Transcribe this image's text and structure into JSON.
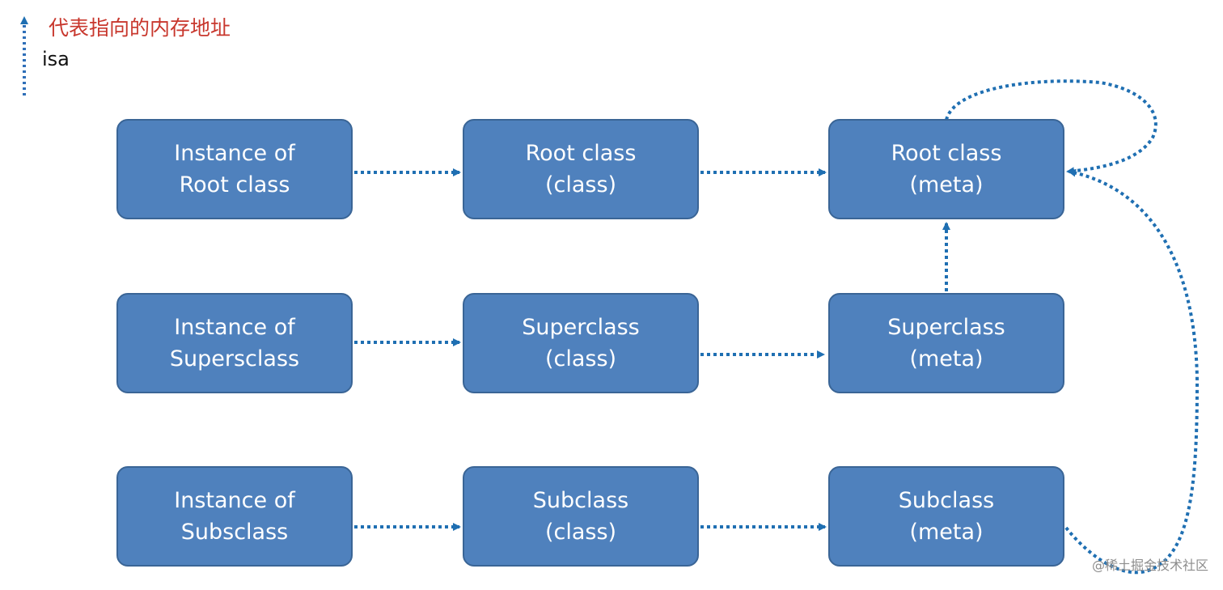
{
  "legend": {
    "title": "代表指向的内存地址",
    "label": "isa"
  },
  "nodes": {
    "instance_root": {
      "line1": "Instance of",
      "line2": "Root class"
    },
    "root_class": {
      "line1": "Root class",
      "line2": "(class)"
    },
    "root_meta": {
      "line1": "Root class",
      "line2": "(meta)"
    },
    "instance_super": {
      "line1": "Instance of",
      "line2": "Supersclass"
    },
    "super_class": {
      "line1": "Superclass",
      "line2": "(class)"
    },
    "super_meta": {
      "line1": "Superclass",
      "line2": "(meta)"
    },
    "instance_sub": {
      "line1": "Instance of",
      "line2": "Subsclass"
    },
    "sub_class": {
      "line1": "Subclass",
      "line2": "(class)"
    },
    "sub_meta": {
      "line1": "Subclass",
      "line2": "(meta)"
    }
  },
  "watermark": "@稀土掘金技术社区",
  "colors": {
    "node_fill": "#4f81bd",
    "node_border": "#3a6596",
    "arrow": "#1f6fb2",
    "legend_title": "#c8372d"
  }
}
